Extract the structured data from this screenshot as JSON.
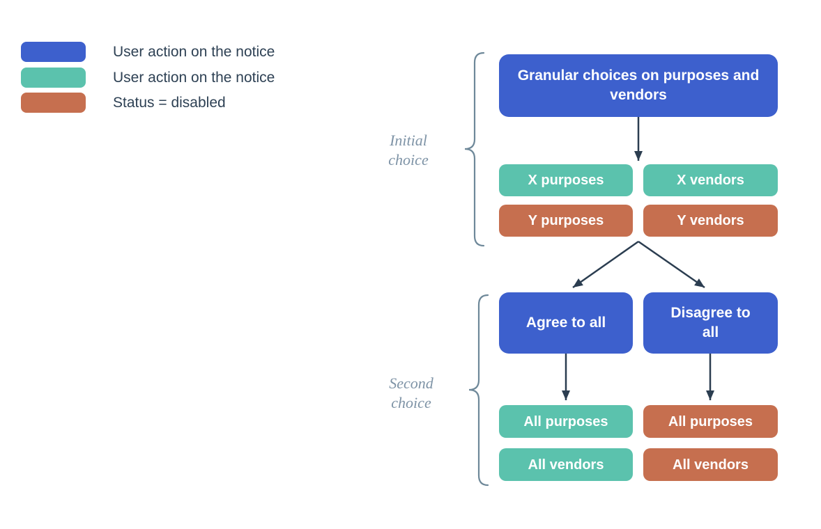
{
  "colors": {
    "blue": "#3D60CD",
    "teal": "#5BC2AD",
    "orange": "#C66F4F",
    "arrow": "#2B3D50",
    "brace": "#6E8899",
    "section_label_text": "#7E93A6",
    "legend_text": "#2E4154"
  },
  "legend": {
    "items": [
      {
        "swatch": "blue",
        "label": "User action on the notice"
      },
      {
        "swatch": "teal",
        "label": "User action on the notice"
      },
      {
        "swatch": "orange",
        "label": "Status = disabled"
      }
    ]
  },
  "flow": {
    "initial_section_label": "Initial choice",
    "second_section_label": "Second choice",
    "root": {
      "label": "Granular choices on purposes and vendors",
      "color": "blue"
    },
    "granular_options": [
      {
        "label": "X purposes",
        "color": "teal"
      },
      {
        "label": "X vendors",
        "color": "teal"
      },
      {
        "label": "Y purposes",
        "color": "orange"
      },
      {
        "label": "Y vendors",
        "color": "orange"
      }
    ],
    "second_choices": [
      {
        "label": "Agree to all",
        "color": "blue"
      },
      {
        "label": "Disagree to all",
        "color": "blue"
      }
    ],
    "agree_outcomes": [
      {
        "label": "All purposes",
        "color": "teal"
      },
      {
        "label": "All vendors",
        "color": "teal"
      }
    ],
    "disagree_outcomes": [
      {
        "label": "All purposes",
        "color": "orange"
      },
      {
        "label": "All vendors",
        "color": "orange"
      }
    ]
  }
}
